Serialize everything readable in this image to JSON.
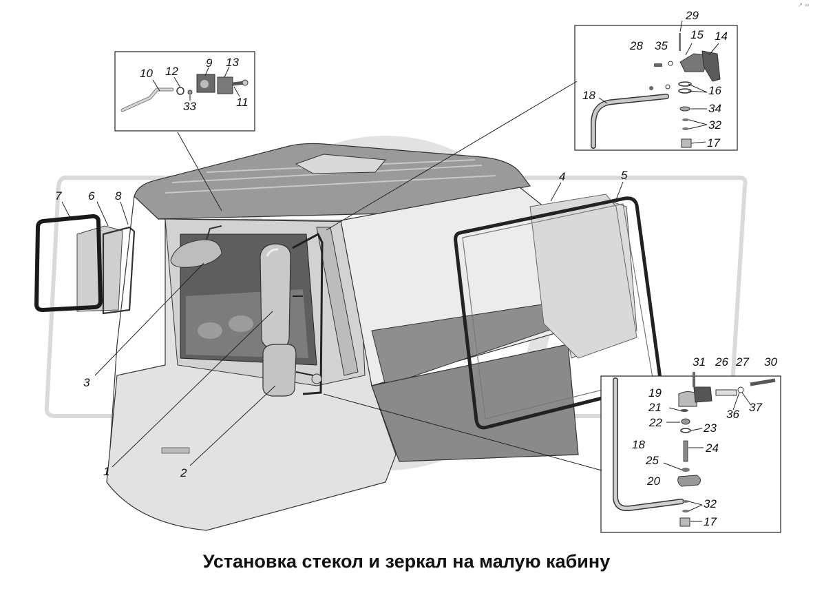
{
  "caption": "Установка стекол и зеркал на малую кабину",
  "corner_mark": "↗ ∞",
  "callouts": {
    "main": [
      "1",
      "2",
      "3",
      "4",
      "5",
      "6",
      "7",
      "8"
    ],
    "inset_roof": [
      "9",
      "10",
      "11",
      "12",
      "13",
      "33"
    ],
    "inset_top_right": [
      "14",
      "15",
      "16",
      "17",
      "18",
      "28",
      "29",
      "32",
      "34",
      "35"
    ],
    "inset_bottom_right": [
      "17",
      "18",
      "19",
      "20",
      "21",
      "22",
      "23",
      "24",
      "25",
      "26",
      "27",
      "30",
      "31",
      "32",
      "36",
      "37"
    ]
  },
  "colors": {
    "line": "#222222",
    "cab_light": "#e4e4e4",
    "cab_mid": "#c8c8c8",
    "cab_dark": "#8a8a8a",
    "watermark": "#d6d6d6"
  }
}
